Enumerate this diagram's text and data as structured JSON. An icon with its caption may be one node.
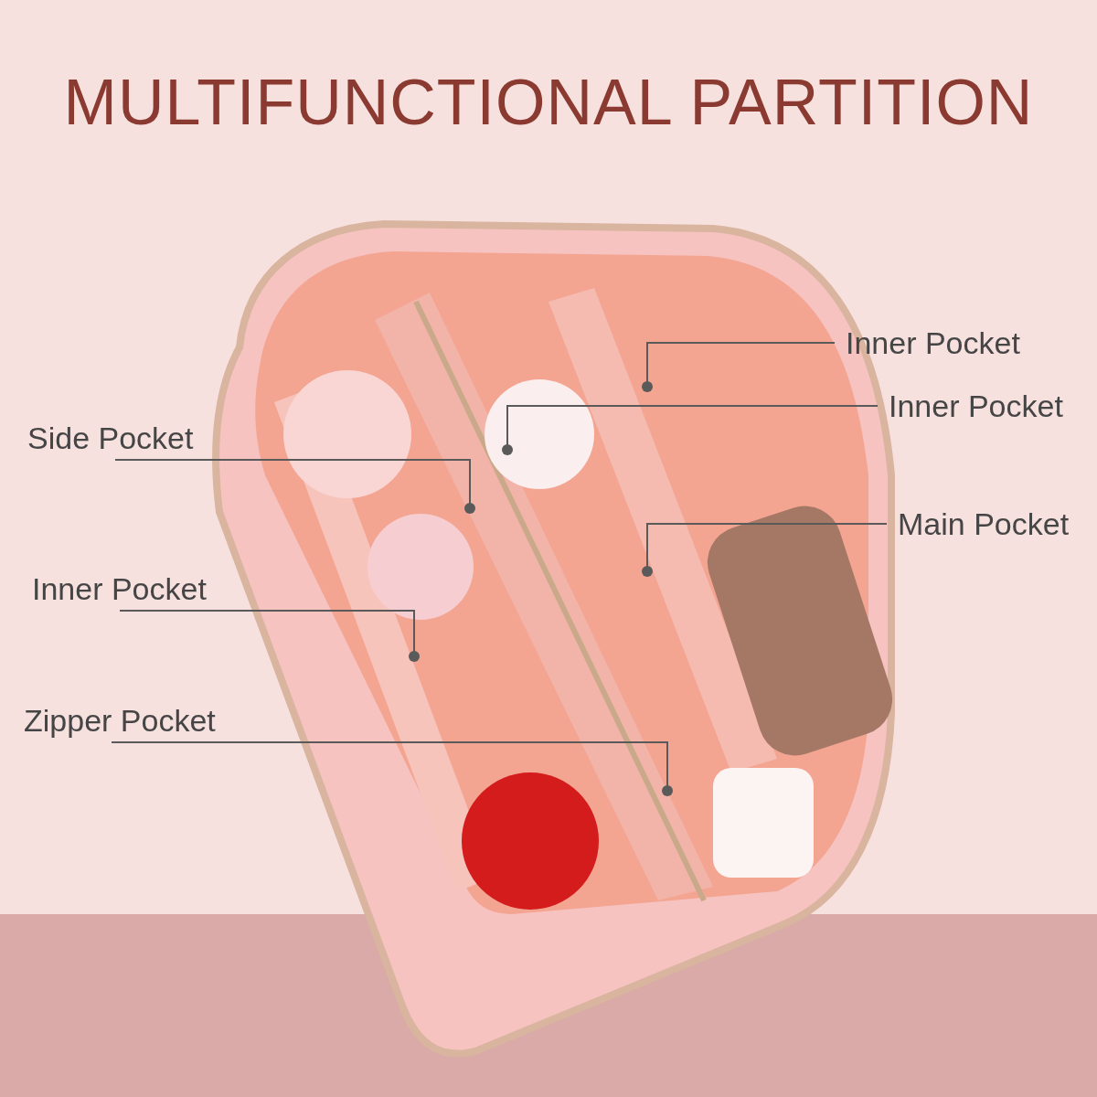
{
  "diagram": {
    "title": "MULTIFUNCTIONAL PARTITION",
    "nodes": [
      {
        "text": [
          "Inner Pocket"
        ]
      },
      {
        "text": [
          "Inner Pocket"
        ]
      },
      {
        "text": [
          "Side Pocket"
        ]
      },
      {
        "text": [
          "Main Pocket"
        ]
      },
      {
        "text": [
          "Inner Pocket"
        ]
      },
      {
        "text": [
          "Zipper Pocket"
        ]
      }
    ],
    "edges": [
      {
        "from": 0,
        "to": null,
        "arrow": "other"
      },
      {
        "from": 1,
        "to": null,
        "arrow": "other"
      },
      {
        "from": 2,
        "to": null,
        "arrow": "other"
      },
      {
        "from": 3,
        "to": null,
        "arrow": "other"
      },
      {
        "from": 4,
        "to": null,
        "arrow": "other"
      },
      {
        "from": 5,
        "to": null,
        "arrow": "other"
      }
    ]
  }
}
